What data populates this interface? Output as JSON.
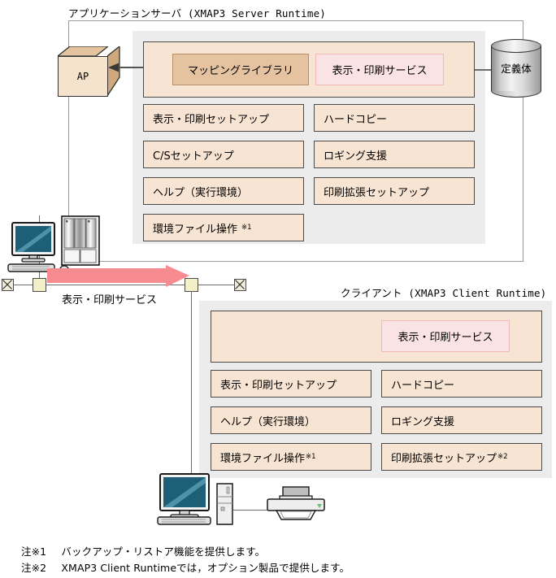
{
  "server": {
    "title": "アプリケーションサーバ (XMAP3 Server Runtime)",
    "ap_label": "AP",
    "database_label": "定義体",
    "runtime_row": {
      "mapping_library": "マッピングライブラリ",
      "display_print_service": "表示・印刷サービス"
    },
    "components": [
      {
        "label": "表示・印刷セットアップ",
        "note": ""
      },
      {
        "label": "ハードコピー",
        "note": ""
      },
      {
        "label": "C/Sセットアップ",
        "note": ""
      },
      {
        "label": "ロギング支援",
        "note": ""
      },
      {
        "label": "ヘルプ（実行環境）",
        "note": ""
      },
      {
        "label": "印刷拡張セットアップ",
        "note": ""
      },
      {
        "label": "環境ファイル操作",
        "note": "※1"
      }
    ]
  },
  "client": {
    "title": "クライアント (XMAP3 Client Runtime)",
    "runtime_row": {
      "display_print_service": "表示・印刷サービス"
    },
    "components": [
      {
        "label": "表示・印刷セットアップ",
        "note": ""
      },
      {
        "label": "ハードコピー",
        "note": ""
      },
      {
        "label": "ヘルプ（実行環境）",
        "note": ""
      },
      {
        "label": "ロギング支援",
        "note": ""
      },
      {
        "label": "環境ファイル操作",
        "note": "※1"
      },
      {
        "label": "印刷拡張セットアップ",
        "note": "※2"
      }
    ]
  },
  "network": {
    "flow_label": "表示・印刷サービス"
  },
  "footnotes": [
    {
      "marker": "注※1",
      "text": "バックアップ・リストア機能を提供します。"
    },
    {
      "marker": "注※2",
      "text": "XMAP3 Client Runtimeでは，オプション製品で提供します。"
    }
  ],
  "colors": {
    "component_fill": "#f8e4d2",
    "mapping_library_fill": "#e5c3a0",
    "service_pink_fill": "#fce3e3",
    "service_pink_border": "#f0b9bd",
    "panel_gray": "#ececec",
    "arrow_pink": "#f68b90",
    "node_cream": "#f2efc9"
  }
}
